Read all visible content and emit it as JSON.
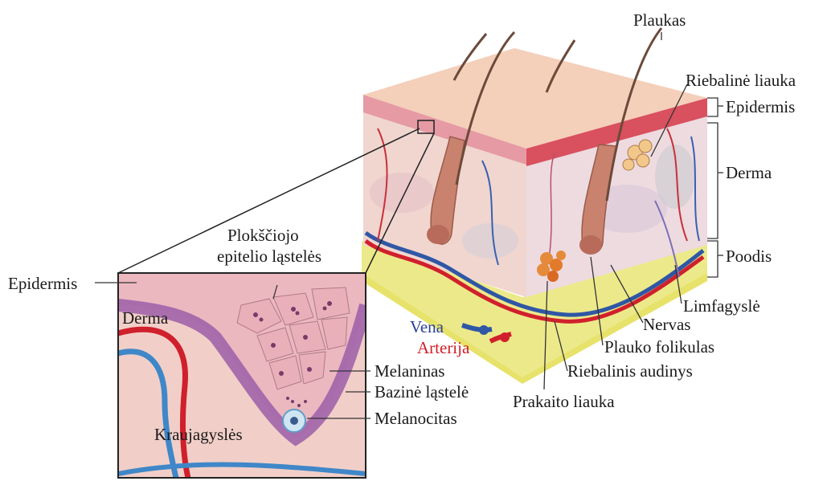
{
  "labels": {
    "plaukas": "Plaukas",
    "riebaline_liauka": "Riebalinė liauka",
    "epidermis_right": "Epidermis",
    "derma_right": "Derma",
    "poodis": "Poodis",
    "limfagysle": "Limfagyslė",
    "nervas": "Nervas",
    "plauko_folikulas": "Plauko folikulas",
    "riebalinis_audinys": "Riebalinis audinys",
    "prakaito_liauka": "Prakaito liauka",
    "vena": "Vena",
    "arterija": "Arterija",
    "plokst_line1": "Plokščiojo",
    "plokst_line2": "epitelio ląstelės",
    "epidermis_left": "Epidermis",
    "derma_inset": "Derma",
    "melaninas": "Melaninas",
    "bazine_lastele": "Bazinė ląstelė",
    "melanocitas": "Melanocitas",
    "kraujagysles": "Kraujagyslės"
  },
  "colors": {
    "vena": "#2a3f9a",
    "arterija": "#d01e2a",
    "skin_surface": "#f3cdb8",
    "epidermis_layer": "#e07a8a",
    "dermis": "#f1d8d2",
    "subcutis": "#ecea86"
  }
}
